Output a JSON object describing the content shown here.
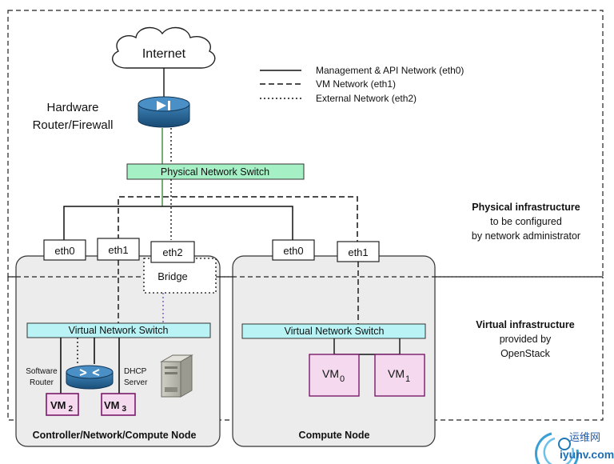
{
  "legend": {
    "management": "Management & API Network (eth0)",
    "vm_network": "VM Network (eth1)",
    "external": "External Network (eth2)"
  },
  "internet": "Internet",
  "hardware_router": {
    "line1": "Hardware",
    "line2": "Router/Firewall"
  },
  "physical_switch": "Physical Network Switch",
  "physical_infra": {
    "line1": "Physical infrastructure",
    "line2": "to be configured",
    "line3": "by network administrator"
  },
  "virtual_infra": {
    "line1": "Virtual infrastructure",
    "line2": "provided by",
    "line3": "OpenStack"
  },
  "controller": {
    "title": "Controller/Network/Compute Node",
    "eth0": "eth0",
    "eth1": "eth1",
    "eth2": "eth2",
    "bridge": "Bridge",
    "virtual_switch": "Virtual Network Switch",
    "software_router": {
      "line1": "Software",
      "line2": "Router"
    },
    "dhcp_server": {
      "line1": "DHCP",
      "line2": "Server"
    },
    "vm2": {
      "base": "VM",
      "sub": "2"
    },
    "vm3": {
      "base": "VM",
      "sub": "3"
    }
  },
  "compute": {
    "title": "Compute Node",
    "eth0": "eth0",
    "eth1": "eth1",
    "virtual_switch": "Virtual Network Switch",
    "vm0": {
      "base": "VM",
      "sub": "0"
    },
    "vm1": {
      "base": "VM",
      "sub": "1"
    }
  },
  "watermark": {
    "name": "运维网",
    "url": "iyunv.com"
  },
  "colors": {
    "physical_switch": "#a6f0c6",
    "virtual_switch": "#b9f3f5",
    "vm_fill": "#f4d9ef",
    "vm_border": "#7a1a6a",
    "node_fill": "#ececec",
    "router_blue": "#1f5f8e",
    "green_link": "#3a8a3a",
    "purple_link": "#8866cc"
  }
}
